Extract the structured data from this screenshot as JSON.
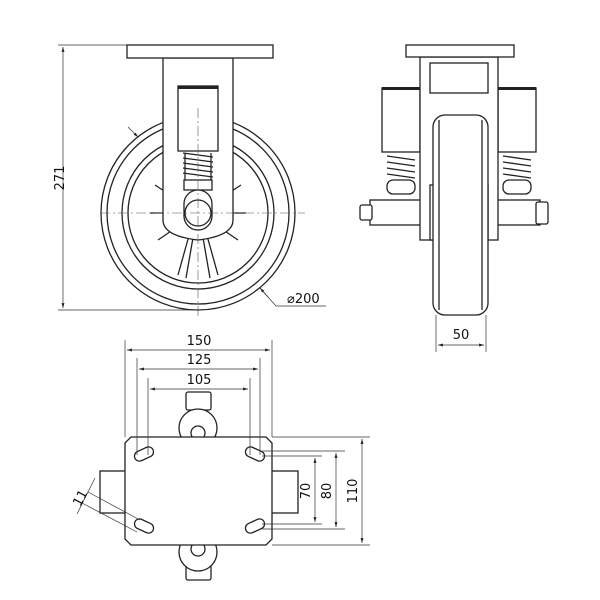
{
  "drawing": {
    "front_view": {
      "height_dim": "271",
      "diameter_dim": "⌀200"
    },
    "side_view": {
      "width_dim": "50"
    },
    "bottom_view": {
      "dim_plate_width": "150",
      "dim_hole_outer": "125",
      "dim_hole_inner": "105",
      "dim_plate_length": "110",
      "dim_hole_outer_v": "80",
      "dim_hole_inner_v": "70",
      "dim_slot": "11"
    }
  }
}
